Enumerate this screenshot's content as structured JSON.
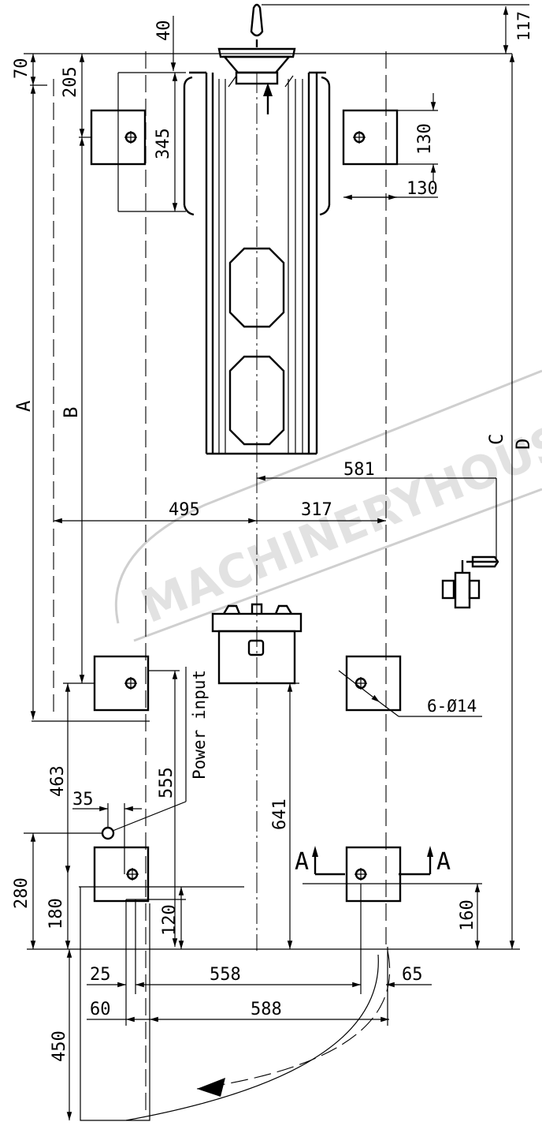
{
  "watermark": "MACHINERYHOUSE",
  "colors": {
    "line": "#000000",
    "watermark": "#d0d0d0",
    "background": "#ffffff"
  },
  "dims": {
    "d117": "117",
    "d40": "40",
    "d70": "70",
    "d205": "205",
    "d345": "345",
    "d130a": "130",
    "d130b": "130",
    "d581": "581",
    "d495": "495",
    "d317": "317",
    "d463": "463",
    "d35": "35",
    "d555": "555",
    "d641": "641",
    "d280": "280",
    "d180": "180",
    "d120": "120",
    "d160": "160",
    "d25": "25",
    "d558": "558",
    "d65": "65",
    "d60": "60",
    "d588": "588",
    "d450": "450"
  },
  "labels": {
    "A": "A",
    "B": "B",
    "C": "C",
    "D": "D",
    "holes": "6-Ø14",
    "power": "Power input",
    "section_left": "A",
    "section_right": "A"
  }
}
